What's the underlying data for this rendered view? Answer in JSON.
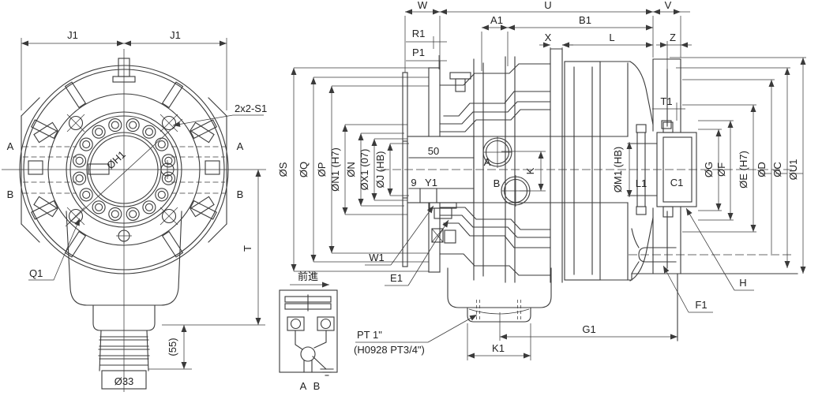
{
  "front_view": {
    "j1_left": "J1",
    "j1_right": "J1",
    "bolt_note": "2x2-S1",
    "a_left": "A",
    "a_right": "A",
    "b_left": "B",
    "b_right": "B",
    "h1": "ØH1",
    "q1": "Q1",
    "t": "T",
    "len_55": "(55)",
    "dia_33": "Ø33"
  },
  "schematic": {
    "direction": "前進",
    "port_a": "A",
    "port_b": "B"
  },
  "section": {
    "top": {
      "w": "W",
      "u": "U",
      "v": "V",
      "a1": "A1",
      "b1": "B1",
      "x": "X",
      "l": "L",
      "z": "Z",
      "r1": "R1",
      "p1": "P1",
      "t1": "T1"
    },
    "left": {
      "s": "ØS",
      "q": "ØQ",
      "p": "ØP",
      "n1": "ØN1 (H7)",
      "n": "ØN",
      "x1": "ØX1 (07)",
      "j": "ØJ (HB)"
    },
    "shaft": {
      "len_50": "50",
      "key_9": "9",
      "y1": "Y1",
      "port_a": "A",
      "port_b": "B",
      "k": "K"
    },
    "right": {
      "m1": "ØM1 (HB)",
      "l1": "L1",
      "c1": "C1",
      "g": "ØG",
      "f": "ØF",
      "e": "ØE (H7)",
      "d": "ØD",
      "c": "ØC",
      "u1": "ØU1"
    },
    "bottom": {
      "w1": "W1",
      "e1": "E1",
      "pt_size": "PT 1\"",
      "pt_alt": "(H0928 PT3/4\")",
      "k1": "K1",
      "g1": "G1",
      "f1": "F1",
      "h": "H"
    }
  }
}
